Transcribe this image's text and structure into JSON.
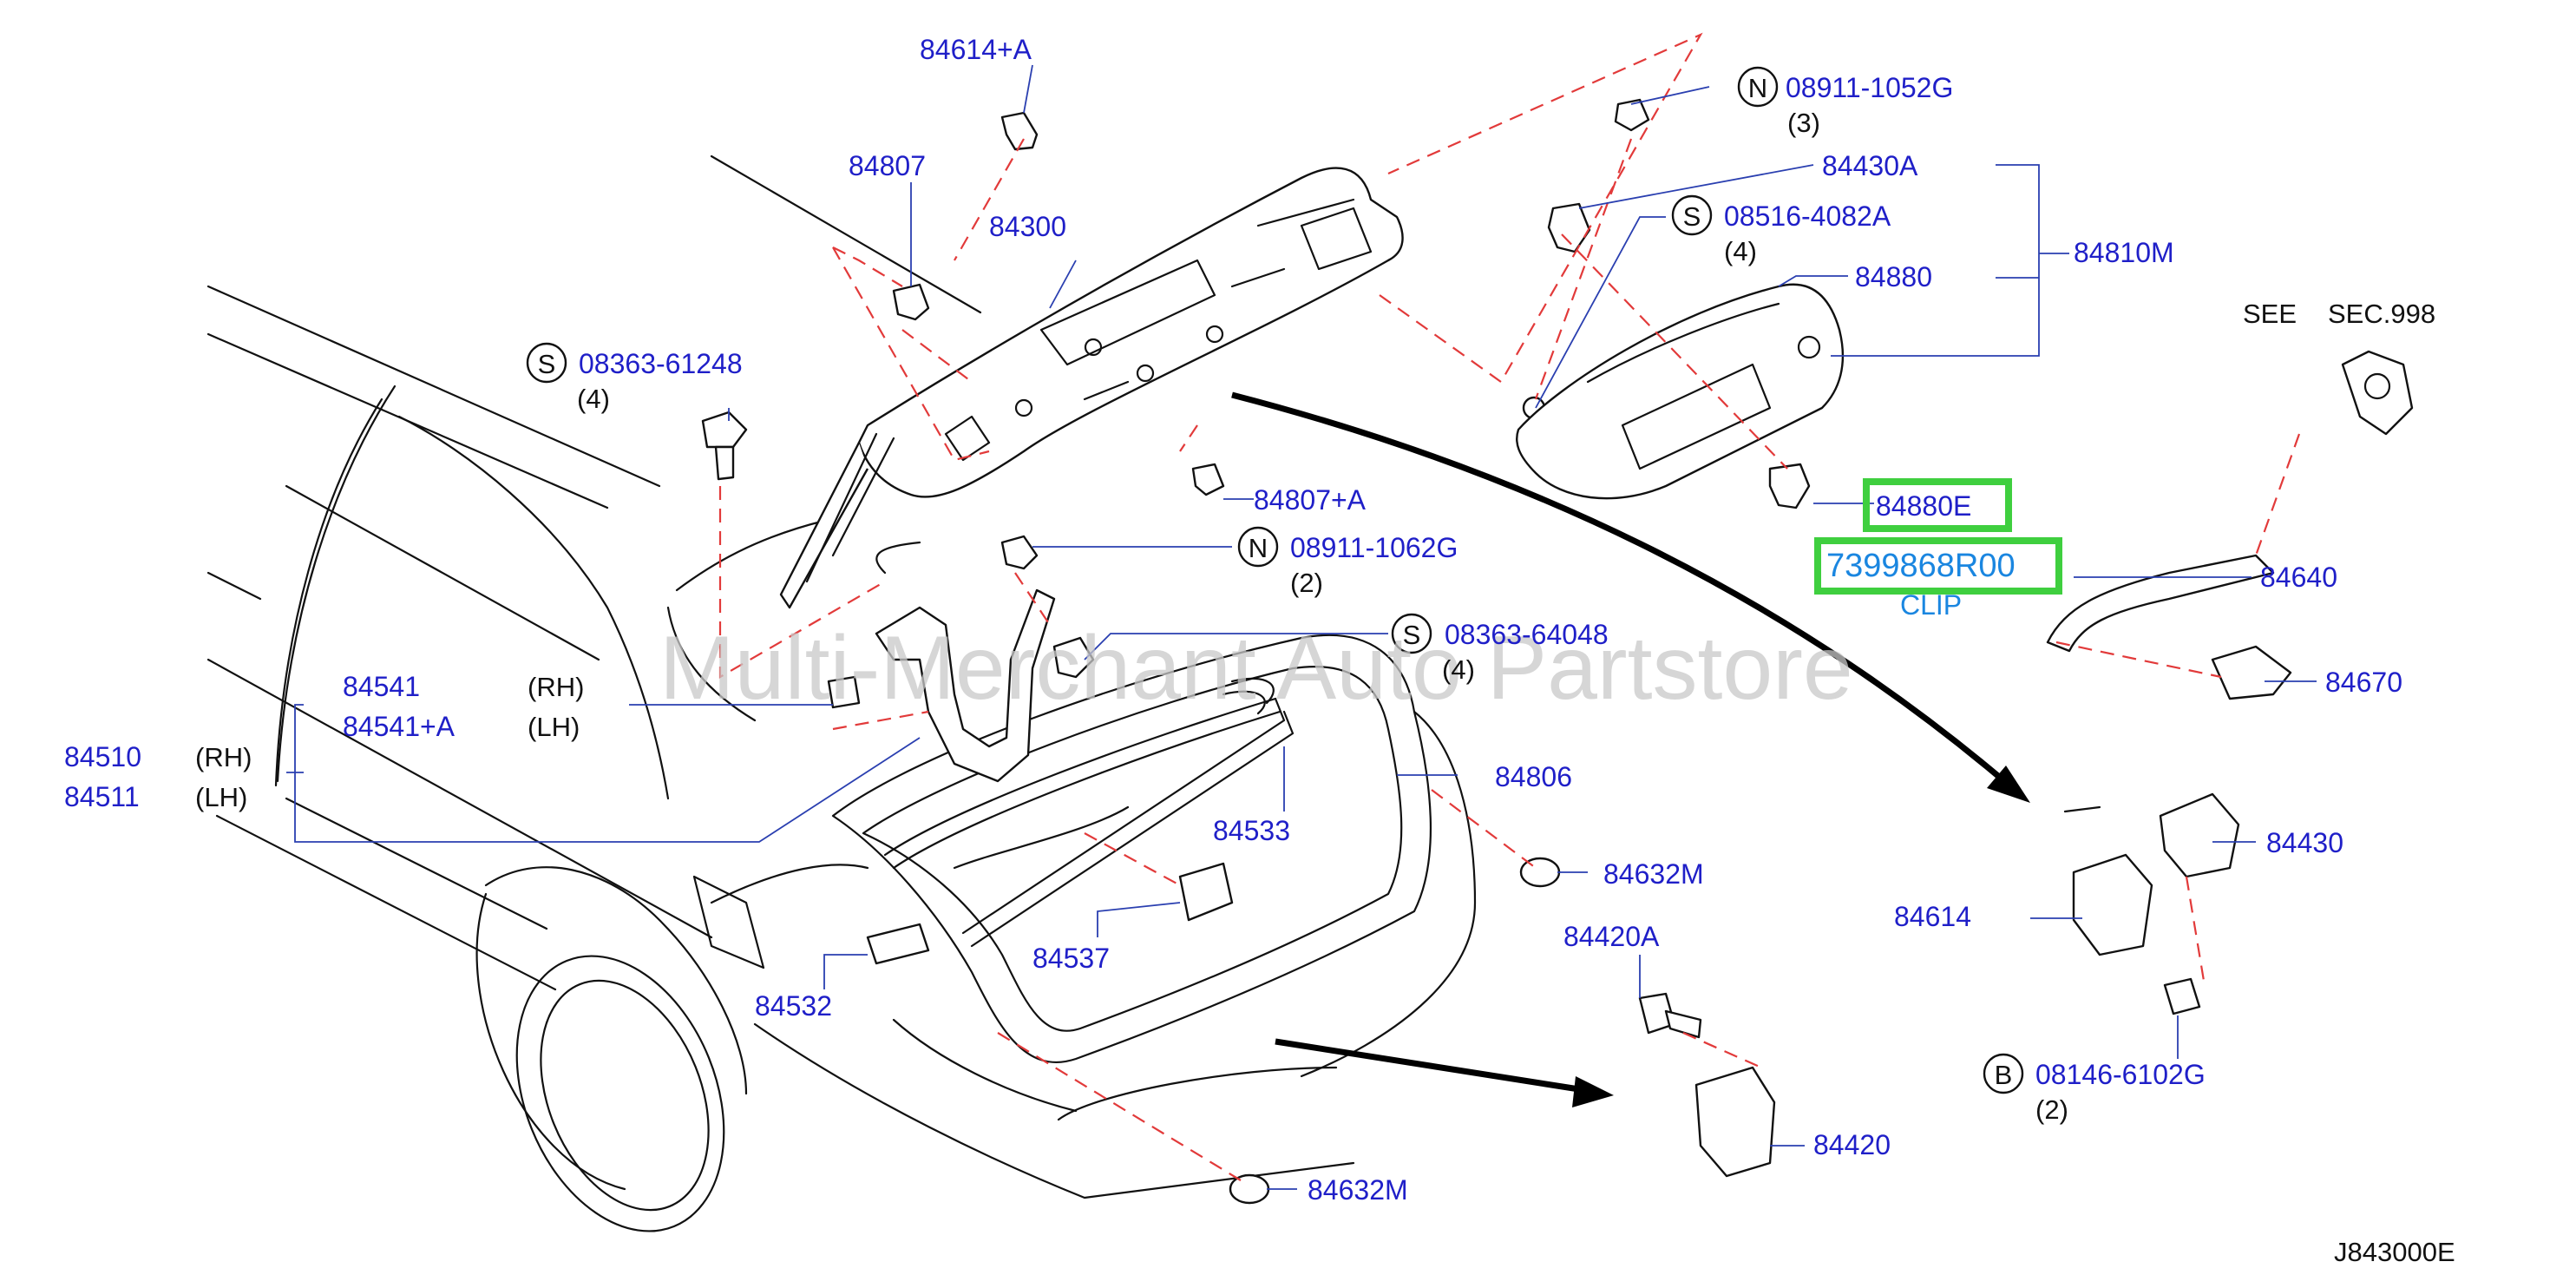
{
  "watermark": "Multi-Merchant Auto Partstore",
  "diagram_code": "J843000E",
  "see_ref": {
    "see": "SEE",
    "sec": "SEC.998"
  },
  "labels": {
    "p84614a": "84614+A",
    "p84807": "84807",
    "p84300": "84300",
    "p08911_1052g": "08911-1052G",
    "q3": "(3)",
    "p84430a": "84430A",
    "p08516_4082a": "08516-4082A",
    "q4a": "(4)",
    "p84880": "84880",
    "p84810m": "84810M",
    "p08363_61248": "08363-61248",
    "q4b": "(4)",
    "p84807a": "84807+A",
    "p84880e": "84880E",
    "p7399868r00": "7399868R00",
    "clip": "CLIP",
    "p08911_1062g": "08911-1062G",
    "q2a": "(2)",
    "p84640": "84640",
    "p08363_64048": "08363-64048",
    "q4c": "(4)",
    "p84541": "84541",
    "rh1": "(RH)",
    "p84541a": "84541+A",
    "lh1": "(LH)",
    "p84670": "84670",
    "p84510": "84510",
    "rh2": "(RH)",
    "p84511": "84511",
    "lh2": "(LH)",
    "p84806": "84806",
    "p84533": "84533",
    "p84430": "84430",
    "p84632m_a": "84632M",
    "p84614": "84614",
    "p84537": "84537",
    "p84420a": "84420A",
    "p84532": "84532",
    "p08146_6102g": "08146-6102G",
    "q2b": "(2)",
    "p84420": "84420",
    "p84632m_b": "84632M"
  },
  "callout_letters": {
    "n1": "N",
    "s1": "S",
    "s2": "S",
    "n2": "N",
    "s3": "S",
    "b1": "B"
  },
  "colors": {
    "label": "#1f1fc8",
    "highlight": "#3fcf3f",
    "dash": "#e23a3a",
    "clip": "#1a86e0"
  }
}
